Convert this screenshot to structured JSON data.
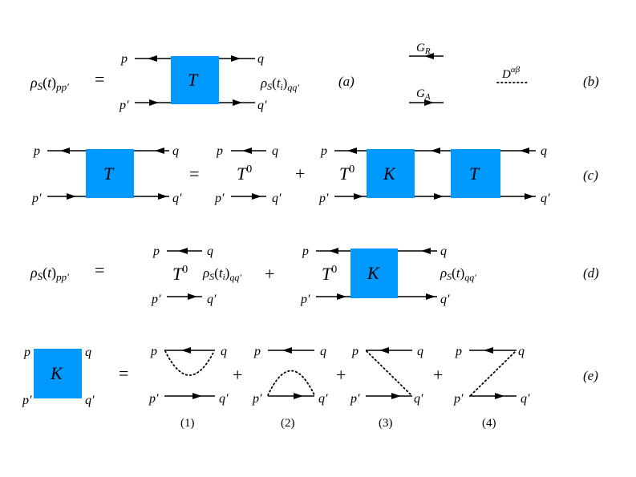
{
  "diagram": {
    "row_a": {
      "lhs": "ρS(t)pp′",
      "equals": "=",
      "p": "p",
      "q": "q",
      "p_prime": "p′",
      "q_prime": "q′",
      "box": "T",
      "rhs": "ρS(ti)qq′",
      "tag": "(a)"
    },
    "row_b": {
      "g_r": "GR",
      "g_a": "GA",
      "d": "Dαβ",
      "tag": "(b)"
    },
    "row_c": {
      "p": "p",
      "q": "q",
      "p_prime": "p′",
      "q_prime": "q′",
      "box_t": "T",
      "equals": "=",
      "t0": "T0",
      "plus": "+",
      "box_k": "K",
      "tag": "(c)"
    },
    "row_d": {
      "lhs": "ρS(t)pp′",
      "equals": "=",
      "p": "p",
      "q": "q",
      "p_prime": "p′",
      "q_prime": "q′",
      "t0": "T0",
      "rho_ti": "ρS(ti)qq′",
      "plus": "+",
      "box_k": "K",
      "rho_t": "ρS(t)qq′",
      "tag": "(d)"
    },
    "row_e": {
      "p": "p",
      "q": "q",
      "p_prime": "p′",
      "q_prime": "q′",
      "box_k": "K",
      "equals": "=",
      "plus": "+",
      "labels": [
        "(1)",
        "(2)",
        "(3)",
        "(4)"
      ],
      "tag": "(e)"
    }
  }
}
